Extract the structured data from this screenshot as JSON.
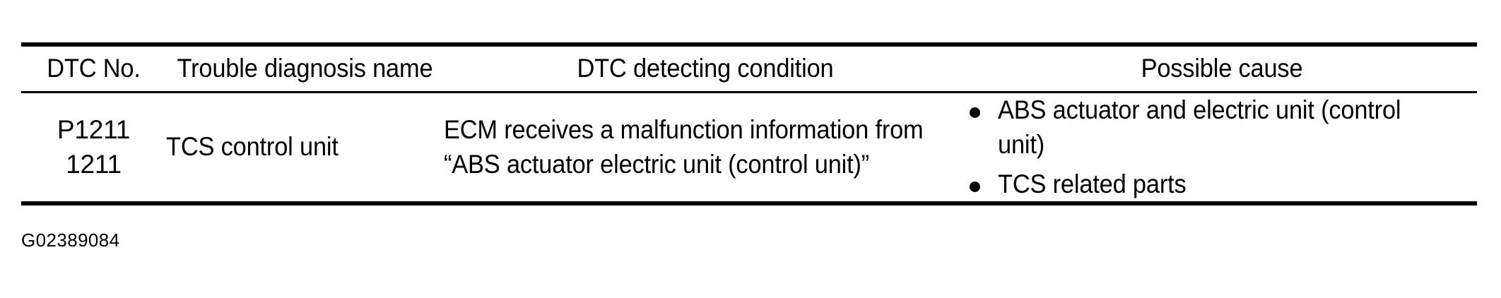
{
  "document": {
    "type": "service-manual-dtc-table",
    "background_color": "#ffffff",
    "text_color": "#000000"
  },
  "table": {
    "headers": [
      {
        "key": "dtc_no",
        "label": "DTC No."
      },
      {
        "key": "name",
        "label": "Trouble diagnosis name"
      },
      {
        "key": "condition",
        "label": "DTC detecting condition"
      },
      {
        "key": "cause",
        "label": "Possible cause"
      }
    ],
    "rows": [
      {
        "dtc_no_primary": "P1211",
        "dtc_no_secondary": "1211",
        "trouble_diagnosis_name": "TCS control unit",
        "dtc_detecting_condition_line1": "ECM receives a malfunction information from",
        "dtc_detecting_condition_line2": "“ABS actuator electric unit (control unit)”",
        "possible_causes": [
          "ABS actuator and electric unit (control unit)",
          "TCS related parts"
        ]
      }
    ]
  },
  "caption": {
    "figure_id": "G02389084"
  }
}
